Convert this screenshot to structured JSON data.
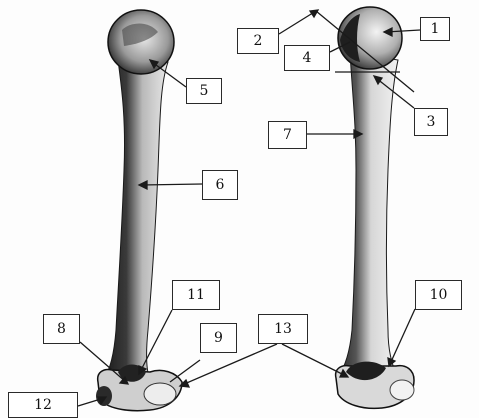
{
  "figure": {
    "labels": [
      "1",
      "2",
      "3",
      "4",
      "5",
      "6",
      "7",
      "8",
      "9",
      "10",
      "11",
      "12",
      "13"
    ]
  }
}
